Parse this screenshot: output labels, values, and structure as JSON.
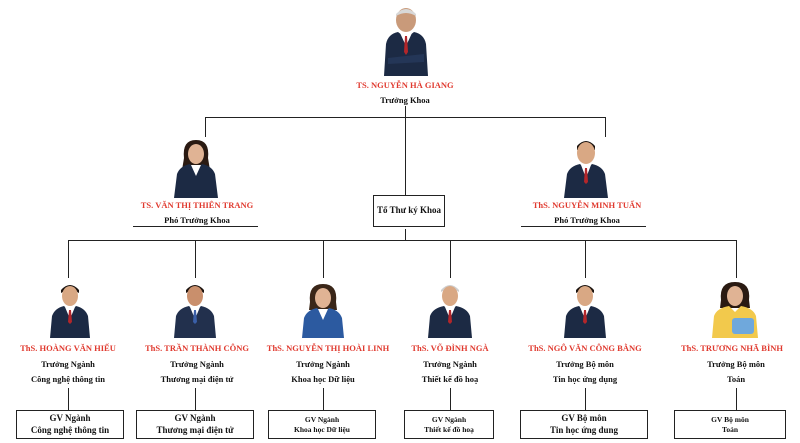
{
  "dean": {
    "name": "TS. NGUYỄN HÀ GIANG",
    "role": "Trưởng Khoa"
  },
  "deputies": [
    {
      "name": "TS. VĂN THỊ THIÊN TRANG",
      "role": "Phó Trưởng Khoa"
    },
    {
      "name": "ThS. NGUYỄN MINH TUẤN",
      "role": "Phó Trưởng Khoa"
    }
  ],
  "secretary": {
    "label": "Tổ Thư ký Khoa"
  },
  "heads": [
    {
      "name": "ThS. HOÀNG VĂN HIẾU",
      "role": "Trưởng Ngành",
      "unit": "Công nghệ thông tin",
      "box_title": "GV Ngành",
      "box_sub": "Công nghệ thông tin"
    },
    {
      "name": "ThS. TRẦN THÀNH CÔNG",
      "role": "Trưởng Ngành",
      "unit": "Thương mại điện tử",
      "box_title": "GV Ngành",
      "box_sub": "Thương mại điện tử"
    },
    {
      "name": "ThS. NGUYỄN THỊ HOÀI LINH",
      "role": "Trưởng Ngành",
      "unit": "Khoa học Dữ liệu",
      "box_title": "GV Ngành",
      "box_sub": "Khoa học Dữ liệu"
    },
    {
      "name": "ThS. VÕ ĐÌNH NGÀ",
      "role": "Trưởng Ngành",
      "unit": "Thiết kế đồ hoạ",
      "box_title": "GV Ngành",
      "box_sub": "Thiết kế đồ hoạ"
    },
    {
      "name": "ThS. NGÔ VĂN CÔNG BẰNG",
      "role": "Trưởng Bộ môn",
      "unit": "Tin học ứng dụng",
      "box_title": "GV Bộ môn",
      "box_sub": "Tin học ứng dung"
    },
    {
      "name": "ThS. TRƯƠNG NHÃ BÌNH",
      "role": "Trưởng Bộ môn",
      "unit": "Toán",
      "box_title": "GV Bộ môn",
      "box_sub": "Toán"
    }
  ],
  "colors": {
    "name_red": "#e03a2f",
    "line": "#222222"
  }
}
